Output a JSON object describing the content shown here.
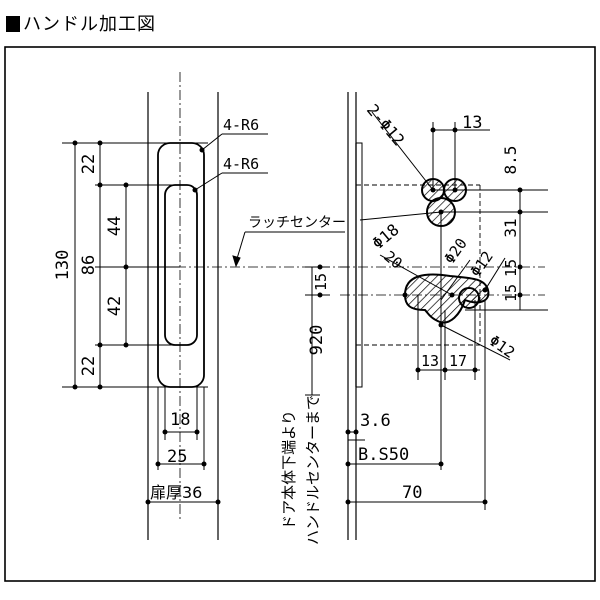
{
  "title": "ハンドル加工図",
  "labels": {
    "r6_outer": "4-R6",
    "r6_inner": "4-R6",
    "latch_center": "ラッチセンター",
    "hole_12": "2-Φ12",
    "hole_18": "Φ18",
    "hole_20": "Φ20",
    "hole_12b": "Φ12",
    "hole_12c": "Φ12",
    "note_line1": "ドア本体下端より",
    "note_line2": "ハンドルセンターまで",
    "note_920": "920"
  },
  "dimensions": {
    "d130": "130",
    "d86": "86",
    "d22_top": "22",
    "d44": "44",
    "d42": "42",
    "d22_bot": "22",
    "d18": "18",
    "d25": "25",
    "door_thickness": "扉厚36",
    "d13": "13",
    "d8_5": "8.5",
    "d31": "31",
    "d15a": "15",
    "d15b": "15",
    "d20": "20",
    "d13b": "13",
    "d17": "17",
    "d3_6": "3.6",
    "bs50": "B.S50",
    "d70": "70",
    "d15_left": "15"
  }
}
